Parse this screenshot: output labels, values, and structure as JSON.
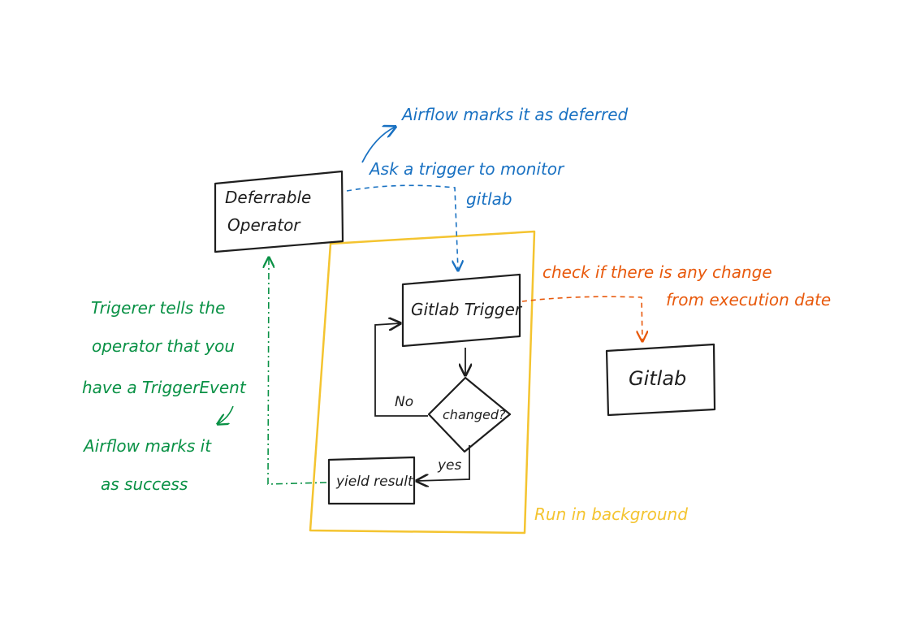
{
  "nodes": {
    "deferrable_operator": [
      "Deferrable",
      "Operator"
    ],
    "gitlab_trigger": "Gitlab Trigger",
    "changed": "changed?",
    "yield_result": "yield result",
    "gitlab": "Gitlab"
  },
  "edges": {
    "no": "No",
    "yes": "yes"
  },
  "annotations": {
    "deferred": "Airflow marks it as deferred",
    "ask_trigger": [
      "Ask a trigger to monitor",
      "gitlab"
    ],
    "check": [
      "check if there is any change",
      "from execution date"
    ],
    "triggerer": [
      "Trigerer tells the",
      "operator that you",
      "have a TriggerEvent",
      "Airflow marks it",
      "as success"
    ],
    "background": "Run in background"
  },
  "colors": {
    "ink": "#1e1e1e",
    "blue": "#1971c2",
    "green": "#099145",
    "orange": "#e8590c",
    "yellow": "#f4c430"
  }
}
